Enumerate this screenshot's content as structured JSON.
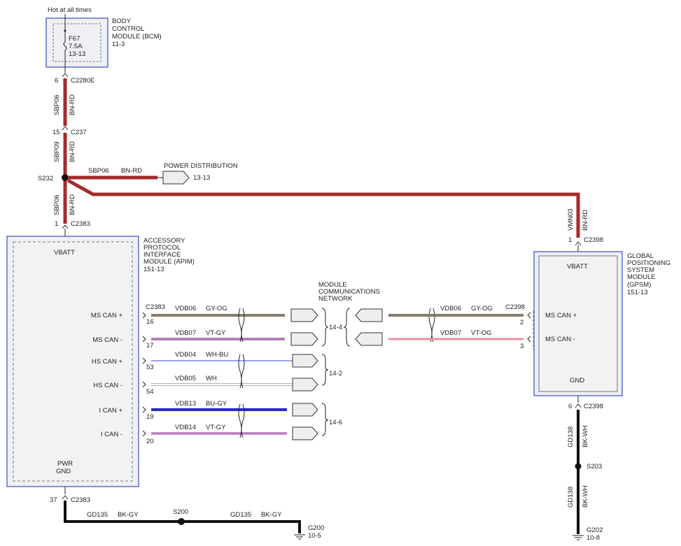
{
  "top_label": "Hot at all times",
  "bcm": {
    "lines": [
      "BODY",
      "CONTROL",
      "MODULE (BCM)",
      "11-3"
    ],
    "fuse_lines": [
      "F67",
      "7.5A",
      "13-13"
    ]
  },
  "connectors": {
    "bcm_pin": "6",
    "bcm_conn": "C2280E",
    "c237_pin": "15",
    "c237_conn": "C237",
    "splice_s232": "S232",
    "apim_pin_vbatt": "1",
    "apim_conn": "C2383",
    "apim_pin_gnd": "37",
    "gpsm_pin_vbatt": "1",
    "gpsm_conn": "C2398",
    "gpsm_pin_gnd": "6"
  },
  "wires": {
    "sbp06": "SBP06",
    "sbp09": "SBP09",
    "bn_rd": "BN-RD",
    "vmn03": "VMN03",
    "gd135": "GD135",
    "bk_gy": "BK-GY",
    "gd138": "GD138",
    "bk_wh": "BK-WH"
  },
  "power_distribution": {
    "title": "POWER DISTRIBUTION",
    "ref": "13-13"
  },
  "apim": {
    "title_lines": [
      "ACCESSORY",
      "PROTOCOL",
      "INTERFACE",
      "MODULE (APIM)",
      "151-13"
    ],
    "vbatt": "VBATT",
    "pwr_gnd_lines": [
      "PWR",
      "GND"
    ],
    "conn_label": "C2383",
    "pins": [
      {
        "label": "MS CAN +",
        "pin": "16",
        "circuit": "VDB06",
        "color": "GY-OG"
      },
      {
        "label": "MS CAN -",
        "pin": "17",
        "circuit": "VDB07",
        "color": "VT-GY"
      },
      {
        "label": "HS CAN +",
        "pin": "53",
        "circuit": "VDB04",
        "color": "WH-BU"
      },
      {
        "label": "HS CAN -",
        "pin": "54",
        "circuit": "VDB05",
        "color": "WH"
      },
      {
        "label": "I CAN +",
        "pin": "19",
        "circuit": "VDB13",
        "color": "BU-GY"
      },
      {
        "label": "I CAN -",
        "pin": "20",
        "circuit": "VDB14",
        "color": "VT-GY"
      }
    ]
  },
  "network": {
    "title_lines": [
      "MODULE",
      "COMMUNICATIONS",
      "NETWORK"
    ],
    "refs": [
      "14-4",
      "14-2",
      "14-6"
    ]
  },
  "gpsm": {
    "title_lines": [
      "GLOBAL",
      "POSITIONING",
      "SYSTEM",
      "MODULE",
      "(GPSM)",
      "151-13"
    ],
    "vbatt": "VBATT",
    "gnd": "GND",
    "conn_label": "C2398",
    "pins": [
      {
        "label": "MS CAN +",
        "pin": "2",
        "circuit": "VDB06",
        "color": "GY-OG"
      },
      {
        "label": "MS CAN -",
        "pin": "3",
        "circuit": "VDB07",
        "color": "VT-OG"
      }
    ]
  },
  "grounds": {
    "s200": "S200",
    "g200": "G200",
    "g200_ref": "10-5",
    "s203": "S203",
    "g202": "G202",
    "g202_ref": "10-8"
  },
  "wire_colors": {
    "bn_rd": "#a52a2a",
    "gy_og": "#8a7a6a",
    "vt_gy": "#c080c8",
    "wh_bu": "#8080ee",
    "wh": "#cccccc",
    "bu_gy": "#1a1ad0",
    "vt_og": "#f08ca0",
    "black": "#111111"
  }
}
